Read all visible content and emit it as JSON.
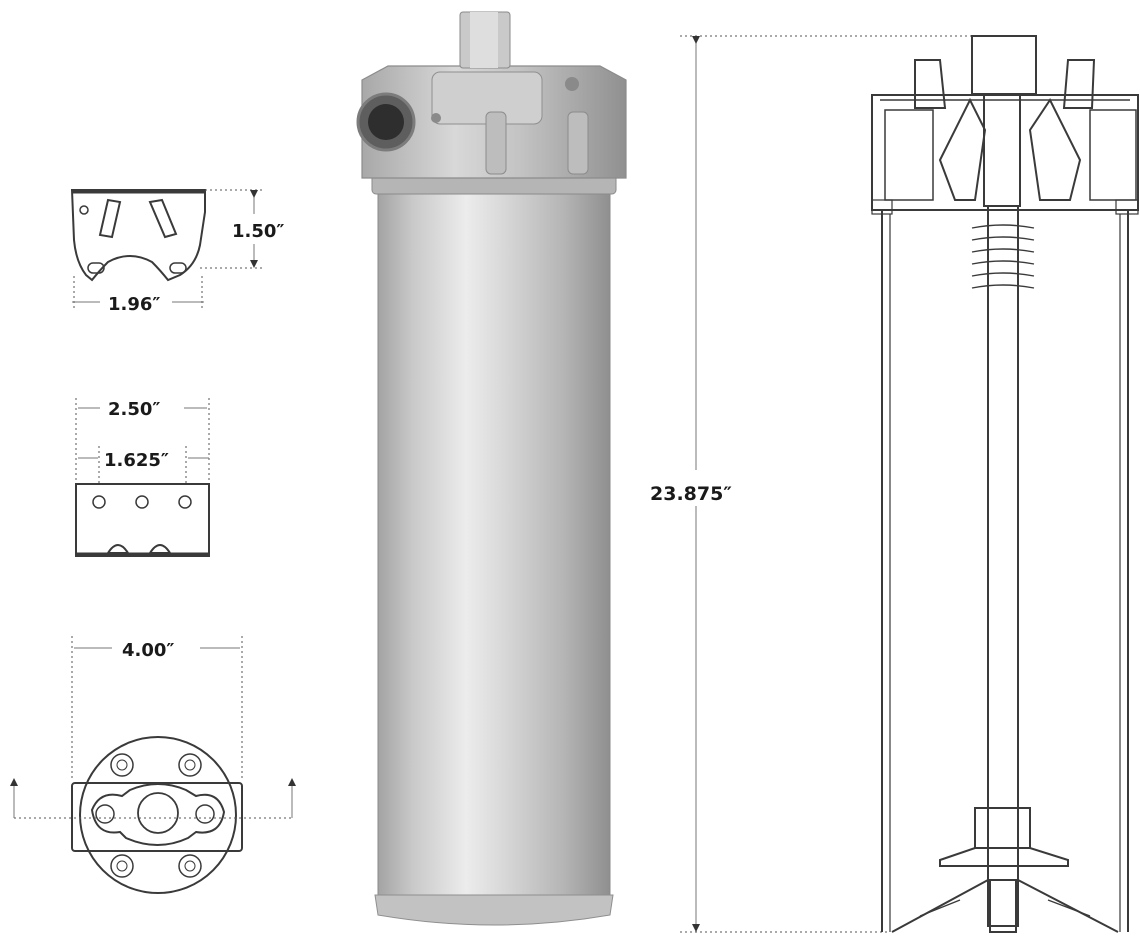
{
  "dimensions": {
    "top_view_height": "1.50″",
    "top_view_width": "1.96″",
    "side_view_outer": "2.50″",
    "side_view_inner": "1.625″",
    "base_view_width": "4.00″",
    "overall_height": "23.875″"
  },
  "colors": {
    "drawing_line": "#3a3a3a",
    "metal_light": "#e4e4e4",
    "metal_dark": "#9c9c9c",
    "background": "#ffffff"
  }
}
